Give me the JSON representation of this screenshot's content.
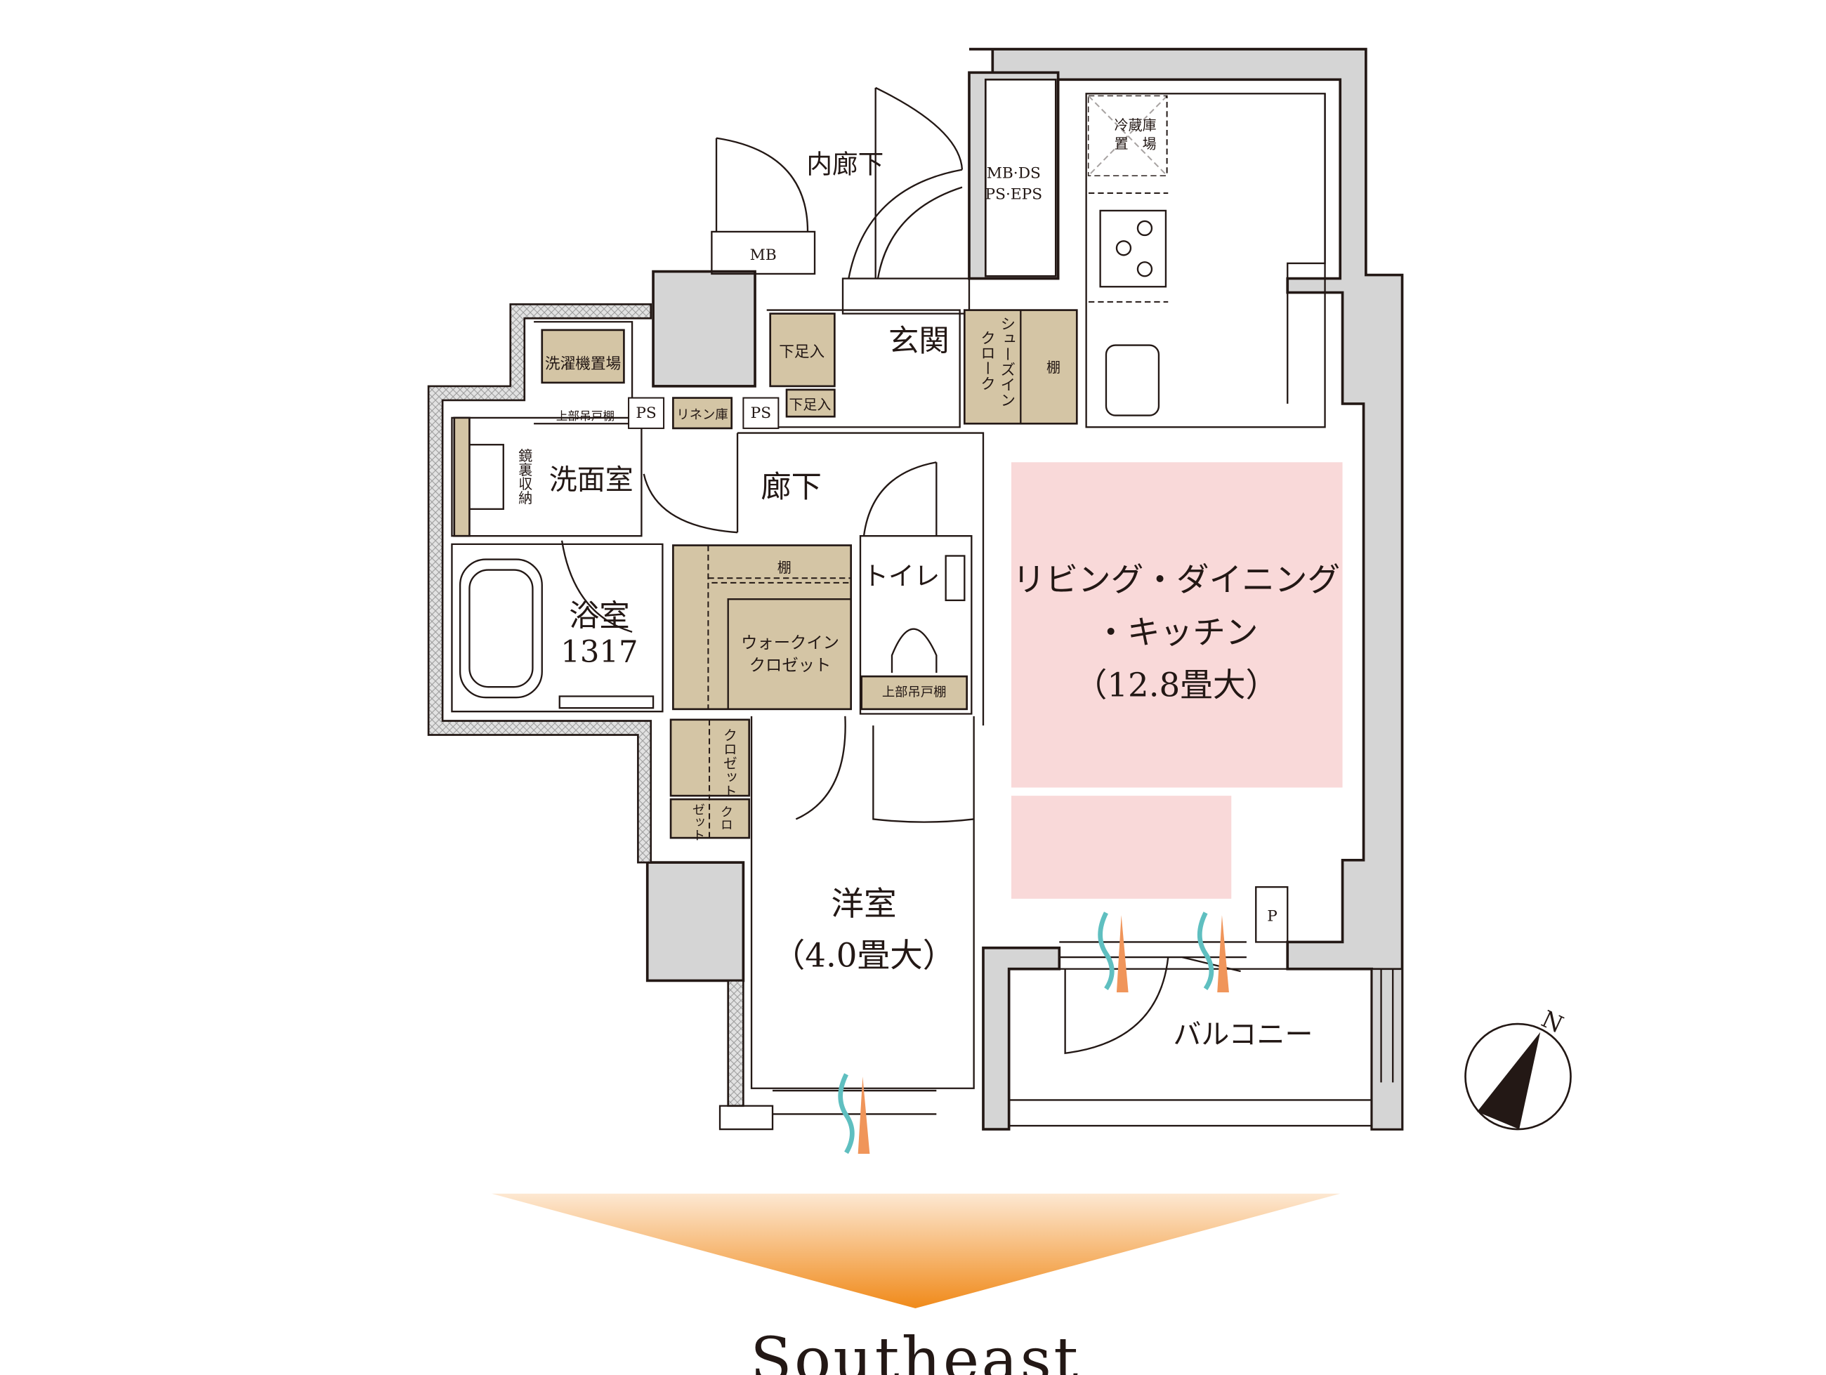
{
  "rooms": {
    "inner_corridor": "内廊下",
    "mb": "MB",
    "mb_ds": "MB·DS",
    "ps_eps": "PS·EPS",
    "fridge_1": "冷蔵庫",
    "fridge_2": "置　場",
    "entrance": "玄関",
    "shoe_box_1": "下足入",
    "shoe_box_2": "下足入",
    "shoe_in_cloak_1": "シューズイン",
    "shoe_in_cloak_2": "クローク",
    "shelf_shoe": "棚",
    "laundry": "洗濯機置場",
    "upper_cabinet_laundry": "上部吊戸棚",
    "ps_1": "PS",
    "ps_2": "PS",
    "linen": "リネン庫",
    "washroom": "洗面室",
    "mirror_storage": "鏡裏収納",
    "hallway": "廊下",
    "bathroom": "浴室",
    "bath_size": "1317",
    "shelf_wic": "棚",
    "wic_1": "ウォークイン",
    "wic_2": "クロゼット",
    "toilet": "トイレ",
    "upper_cabinet_toilet": "上部吊戸棚",
    "closet_1": "クロゼット",
    "closet_2a": "クロ",
    "closet_2b": "ゼット",
    "ldk_1": "リビング・ダイニング",
    "ldk_2": "・キッチン",
    "ldk_size": "（12.8畳大）",
    "western_room": "洋室",
    "western_size": "（4.0畳大）",
    "balcony": "バルコニー",
    "pipe": "P"
  },
  "compass": {
    "label": "N"
  },
  "orientation": {
    "label": "Southeast"
  },
  "colors": {
    "living": "#f9d9d9",
    "storage": "#d4c5a5",
    "wall": "#d5d5d5",
    "sun": "#f08a1a",
    "wind_blue": "#5fbfc0"
  }
}
